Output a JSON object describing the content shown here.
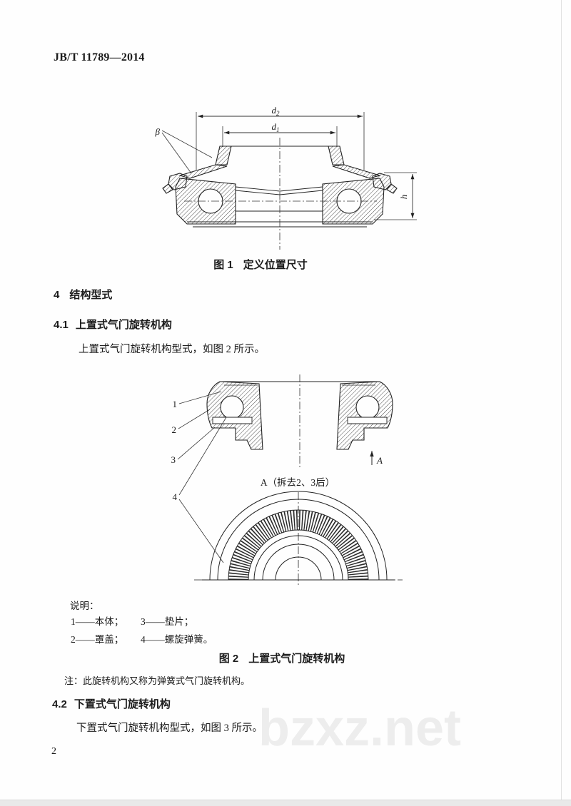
{
  "page": {
    "header": "JB/T 11789—2014",
    "page_number": "2",
    "watermark": "bzxz.net"
  },
  "figure1": {
    "caption_label": "图 1",
    "caption_text": "定义位置尺寸",
    "labels": {
      "beta": "β",
      "d2_base": "d",
      "d2_sub": "2",
      "d1_base": "d",
      "d1_sub": "1",
      "h": "h"
    }
  },
  "section4": {
    "number": "4",
    "title": "结构型式"
  },
  "section41": {
    "number": "4.1",
    "title": "上置式气门旋转机构",
    "body": "上置式气门旋转机构型式，如图 2 所示。"
  },
  "figure2": {
    "callout_1": "1",
    "callout_2": "2",
    "callout_3": "3",
    "callout_4": "4",
    "arrow_label": "A",
    "view_label": "A（拆去2、3后）",
    "legend_title": "说明：",
    "legend_rows": [
      [
        "1——本体；",
        "3——垫片；"
      ],
      [
        "2——罩盖；",
        "4——螺旋弹簧。"
      ]
    ],
    "caption_label": "图 2",
    "caption_text": "上置式气门旋转机构",
    "note": "注：此旋转机构又称为弹簧式气门旋转机构。"
  },
  "section42": {
    "number": "4.2",
    "title": "下置式气门旋转机构",
    "body": "下置式气门旋转机构型式，如图 3 所示。"
  }
}
